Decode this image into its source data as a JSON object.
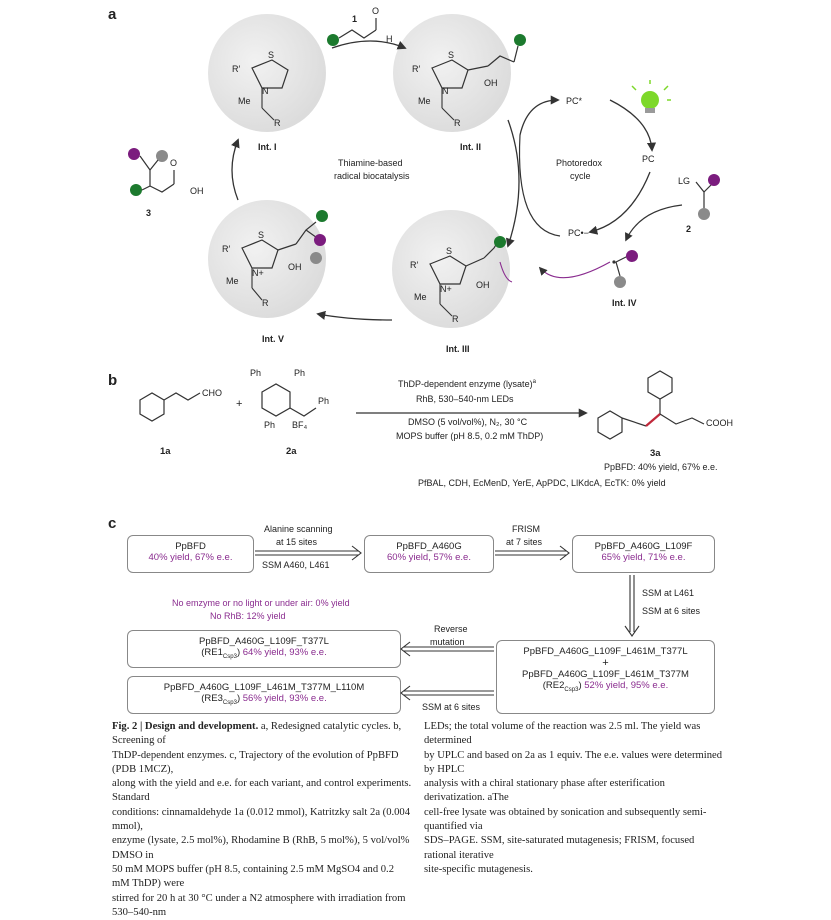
{
  "panel_a": {
    "letter": "a",
    "reagent_label": "1",
    "h_label": "H",
    "o_label": "O",
    "int1": "Int. I",
    "int2": "Int. II",
    "int3": "Int. III",
    "int4": "Int. IV",
    "int5": "Int. V",
    "center_left": "Thiamine-based",
    "center_left2": "radical biocatalysis",
    "center_right": "Photoredox",
    "center_right2": "cycle",
    "pc_star": "PC*",
    "pc": "PC",
    "pc_rad": "PC•−",
    "product3": "3",
    "reagent2": "2",
    "lg": "LG",
    "oh": "OH",
    "r_prime": "R′",
    "me": "Me",
    "n": "N",
    "s": "S",
    "r": "R",
    "n_plus": "N+"
  },
  "panel_b": {
    "letter": "b",
    "cond1": "ThDP-dependent enzyme (lysate)",
    "cond1_sup": "a",
    "cond2": "RhB, 530–540-nm LEDs",
    "cond3": "DMSO (5 vol/vol%), N₂, 30 °C",
    "cond4": "MOPS buffer (pH 8.5, 0.2 mM ThDP)",
    "cpd1a": "1a",
    "cpd2a": "2a",
    "cpd3a": "3a",
    "cho": "CHO",
    "cooh": "COOH",
    "ph": "Ph",
    "bf4": "BF₄",
    "plus": "+",
    "result1": "PpBFD: 40% yield, 67% e.e.",
    "result2": "PfBAL, CDH, EcMenD, YerE, ApPDC, LlKdcA, EcTK: 0% yield"
  },
  "panel_c": {
    "letter": "c",
    "box1_name": "PpBFD",
    "box1_yield": "40% yield, 67% e.e.",
    "box2_name": "PpBFD_A460G",
    "box2_yield": "60% yield, 57% e.e.",
    "box3_name": "PpBFD_A460G_L109F",
    "box3_yield": "65% yield, 71% e.e.",
    "arrow1_top": "Alanine scanning",
    "arrow1_top2": "at 15 sites",
    "arrow1_bottom": "SSM A460, L461",
    "arrow2_top": "FRISM",
    "arrow2_top2": "at 7 sites",
    "arrow3_a": "SSM at L461",
    "arrow3_b": "SSM at 6 sites",
    "control1": "No emzyme or no light or under air: 0% yield",
    "control2": "No RhB: 12% yield",
    "box4_name": "PpBFD_A460G_L109F_T377L",
    "box4_code": "(RE1",
    "box4_sub": "Csp3",
    "box4_yield": "64% yield, 93% e.e.",
    "box5_name": "PpBFD_A460G_L109F_L461M_T377M_L110M",
    "box5_code": "(RE3",
    "box5_sub": "Csp3",
    "box5_yield": "56% yield, 93% e.e.",
    "box6_name1": "PpBFD_A460G_L109F_L461M_T377L",
    "box6_plus": "+",
    "box6_name2": "PpBFD_A460G_L109F_L461M_T377M",
    "box6_code": "(RE2",
    "box6_sub": "Csp3",
    "box6_yield": "52% yield, 95% e.e.",
    "arrow4_top": "Reverse",
    "arrow4_top2": "mutation",
    "arrow5_bottom": "SSM at 6 sites"
  },
  "caption": {
    "fig": "Fig. 2 | Design and development.",
    "left_lines": [
      " a, Redesigned catalytic cycles. b, Screening of",
      "ThDP-dependent enzymes. c, Trajectory of the evolution of PpBFD (PDB 1MCZ),",
      "along with the yield and e.e. for each variant, and control experiments. Standard",
      "conditions: cinnamaldehyde 1a (0.012 mmol), Katritzky salt 2a (0.004 mmol),",
      "enzyme (lysate, 2.5 mol%), Rhodamine B (RhB, 5 mol%), 5 vol/vol% DMSO in",
      "50 mM MOPS buffer (pH 8.5, containing 2.5 mM MgSO4 and 0.2 mM ThDP) were",
      "stirred for 20 h at 30 °C under a N2 atmosphere with irradiation from 530–540-nm"
    ],
    "right_lines": [
      "LEDs; the total volume of the reaction was 2.5 ml. The yield was determined",
      "by UPLC and based on 2a as 1 equiv. The e.e. values were determined by HPLC",
      "analysis with a chiral stationary phase after esterification derivatization. aThe",
      "cell-free lysate was obtained by sonication and subsequently semi-quantified via",
      "SDS–PAGE. SSM, site-saturated mutagenesis; FRISM, focused rational iterative",
      "site-specific mutagenesis."
    ]
  },
  "colors": {
    "green": "#1c7a2e",
    "purple": "#7b1c7e",
    "gray": "#8a8a8a",
    "yield_purple": "#8a2c8f",
    "light_green": "#7dd82a"
  }
}
